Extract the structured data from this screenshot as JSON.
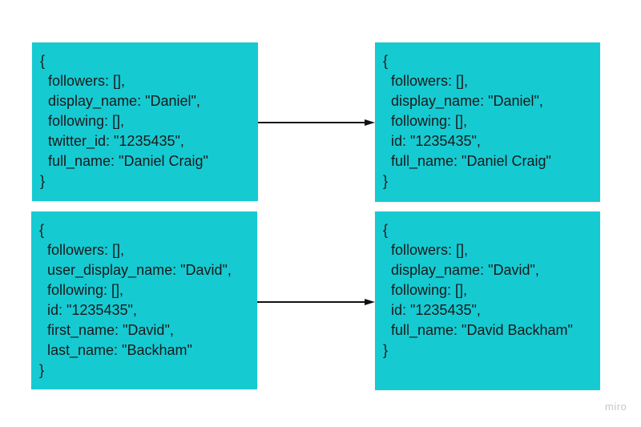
{
  "colors": {
    "canvas_bg": "#ffffff",
    "card_fill": "#16cad2",
    "card_text": "#1a1a1a",
    "arrow_color": "#111111",
    "watermark_color": "#c4c6cb"
  },
  "cards": [
    {
      "id": "top-left",
      "code": "{\n  followers: [],\n  display_name: \"Daniel\",\n  following: [],\n  twitter_id: \"1235435\",\n  full_name: \"Daniel Craig\"\n}"
    },
    {
      "id": "top-right",
      "code": "{\n  followers: [],\n  display_name: \"Daniel\",\n  following: [],\n  id: \"1235435\",\n  full_name: \"Daniel Craig\"\n}"
    },
    {
      "id": "bottom-left",
      "code": "{\n  followers: [],\n  user_display_name: \"David\",\n  following: [],\n  id: \"1235435\",\n  first_name: \"David\",\n  last_name: \"Backham\"\n}"
    },
    {
      "id": "bottom-right",
      "code": "{\n  followers: [],\n  display_name: \"David\",\n  following: [],\n  id: \"1235435\",\n  full_name: \"David Backham\"\n}"
    }
  ],
  "arrows": [
    {
      "from": "top-left",
      "to": "top-right",
      "direction": "right"
    },
    {
      "from": "bottom-left",
      "to": "bottom-right",
      "direction": "right"
    }
  ],
  "watermark": "miro"
}
